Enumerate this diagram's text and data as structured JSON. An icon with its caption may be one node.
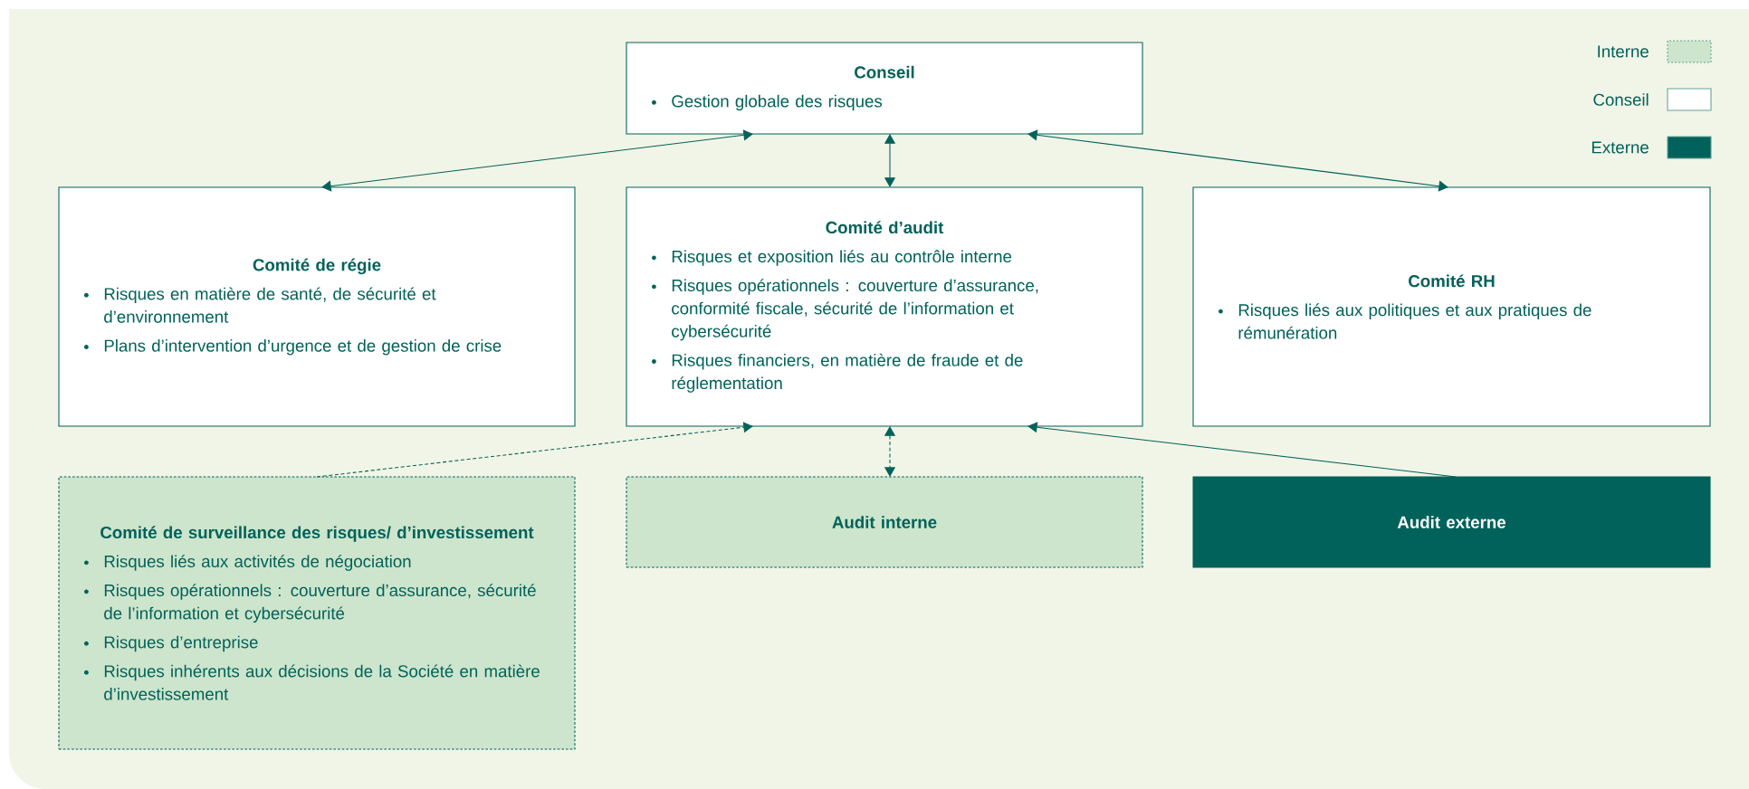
{
  "diagram": {
    "nodes": [
      {
        "text": [
          "Conseil",
          "Gestion globale des risques"
        ]
      },
      {
        "text": [
          "Comité de régie",
          "Risques en matière de santé, de sécurité et d’environnement",
          "Plans d’intervention d’urgence et de gestion de crise"
        ]
      },
      {
        "text": [
          "Comité d’audit",
          "Risques et exposition liés au contrôle interne",
          "Risques opérationnels : couverture d’assurance, conformité fiscale, sécurité de l’information et cybersécurité",
          "Risques financiers, en matière de fraude et de réglementation"
        ]
      },
      {
        "text": [
          "Comité RH",
          "Risques liés aux politiques et aux pratiques de rémunération"
        ]
      },
      {
        "text": [
          "Comité de surveillance des risques/ d’investissement",
          "Risques liés aux activités de négociation",
          "Risques opérationnels : couverture d’assurance, sécurité de l’information et cybersécurité",
          "Risques d’entreprise",
          "Risques inhérents aux décisions de la Société en matière d’investissement"
        ]
      },
      {
        "text": [
          "Audit interne"
        ]
      },
      {
        "text": [
          "Audit externe"
        ]
      }
    ],
    "edges": [
      {
        "from": 0,
        "to": 1,
        "arrow": "both"
      },
      {
        "from": 0,
        "to": 2,
        "arrow": "both"
      },
      {
        "from": 0,
        "to": 3,
        "arrow": "both"
      },
      {
        "from": 4,
        "to": 2,
        "arrow": "to",
        "style": "dashed"
      },
      {
        "from": 2,
        "to": 5,
        "arrow": "both",
        "style": "dashed"
      },
      {
        "from": 6,
        "to": 2,
        "arrow": "to"
      }
    ],
    "legend": [
      {
        "text": "Interne",
        "color": "#cde5cc"
      },
      {
        "text": "Conseil",
        "color": "#ffffff"
      },
      {
        "text": "Externe",
        "color": "#00625a"
      }
    ]
  }
}
